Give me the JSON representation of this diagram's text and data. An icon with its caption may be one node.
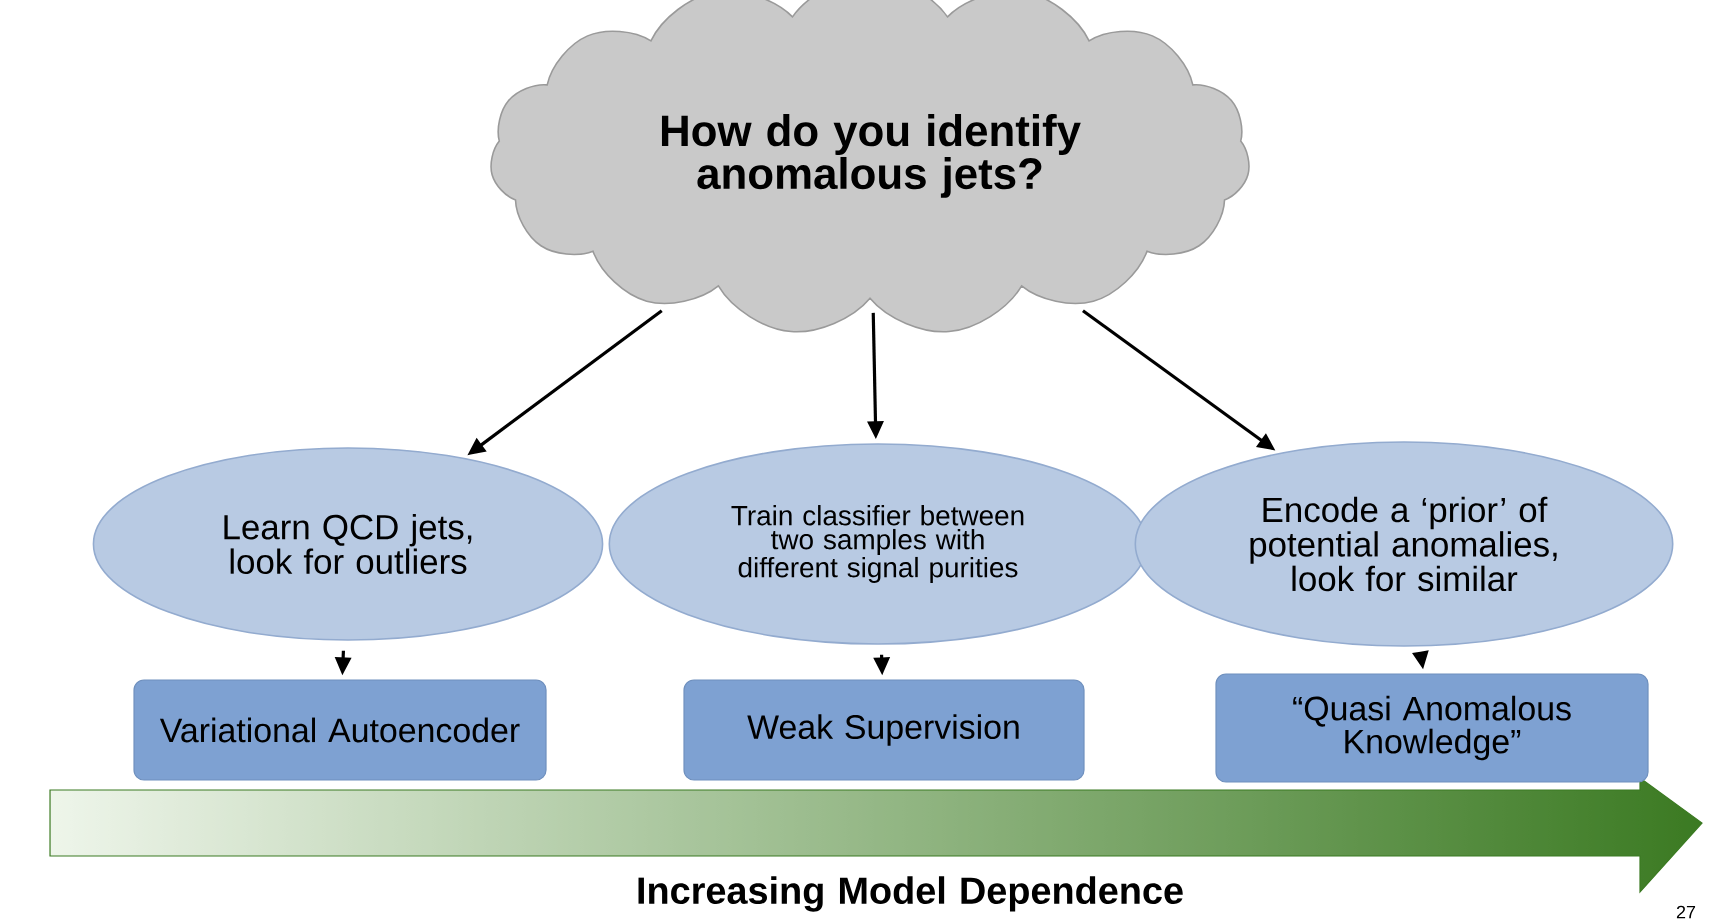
{
  "diagram": {
    "nodes": [
      {
        "text": [
          "How do you identify anomalous jets?"
        ]
      },
      {
        "text": [
          "Learn QCD jets, look for outliers"
        ]
      },
      {
        "text": [
          "Train classifier between two samples with different signal purities"
        ]
      },
      {
        "text": [
          "Encode a ‘prior’ of potential anomalies, look for similar"
        ]
      },
      {
        "text": [
          "Variational Autoencoder"
        ]
      },
      {
        "text": [
          "Weak Supervision"
        ]
      },
      {
        "text": [
          "“Quasi Anomalous Knowledge”"
        ]
      }
    ],
    "edges": [
      {
        "from": 0,
        "to": 1,
        "arrow": "to"
      },
      {
        "from": 0,
        "to": 2,
        "arrow": "to"
      },
      {
        "from": 0,
        "to": 3,
        "arrow": "to"
      },
      {
        "from": 1,
        "to": 4,
        "arrow": "to"
      },
      {
        "from": 2,
        "to": 5,
        "arrow": "to"
      },
      {
        "from": 3,
        "to": 6,
        "arrow": "to"
      }
    ],
    "labels": [
      "Increasing Model Dependence",
      "27"
    ]
  }
}
